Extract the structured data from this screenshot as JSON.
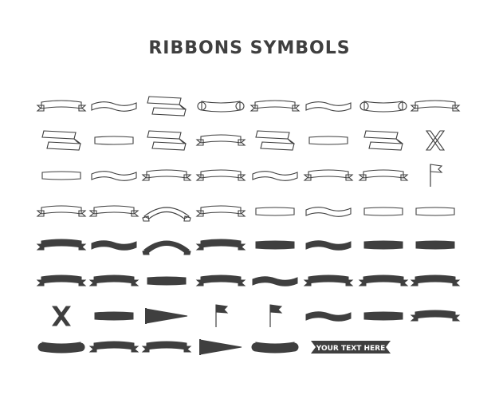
{
  "title": "RIBBONS SYMBOLS",
  "colors": {
    "background": "#ffffff",
    "ink": "#3f3f3f"
  },
  "rows": [
    {
      "style": "outline",
      "icons": [
        "banner-ribbon",
        "wave-ribbon",
        "folded-ribbon",
        "scroll-ribbon",
        "banner-ribbon",
        "wave-ribbon",
        "scroll-ribbon",
        "banner-ribbon"
      ]
    },
    {
      "style": "outline",
      "icons": [
        "folded-ribbon",
        "bar-ribbon",
        "folded-ribbon",
        "banner-ribbon",
        "folded-ribbon",
        "bar-ribbon",
        "folded-ribbon",
        "cross-ribbon"
      ]
    },
    {
      "style": "outline",
      "icons": [
        "bar-ribbon",
        "wave-ribbon",
        "banner-ribbon",
        "banner-ribbon",
        "wave-ribbon",
        "banner-ribbon",
        "banner-ribbon",
        "flag"
      ]
    },
    {
      "style": "outline",
      "icons": [
        "banner-ribbon",
        "banner-ribbon",
        "arc-ribbon",
        "banner-ribbon",
        "bar-ribbon",
        "wave-ribbon",
        "bar-ribbon",
        "bar-ribbon"
      ]
    },
    {
      "style": "filled",
      "icons": [
        "banner-ribbon",
        "wave-ribbon",
        "arc-ribbon",
        "banner-ribbon",
        "bar-ribbon",
        "wave-ribbon",
        "bar-ribbon",
        "bar-ribbon"
      ]
    },
    {
      "style": "filled",
      "icons": [
        "banner-ribbon",
        "banner-ribbon",
        "bar-ribbon",
        "banner-ribbon",
        "wave-ribbon",
        "banner-ribbon",
        "banner-ribbon",
        "banner-ribbon"
      ]
    },
    {
      "style": "filled",
      "icons": [
        "cross-ribbon",
        "bar-ribbon",
        "pennant",
        "flag",
        "flag",
        "wave-ribbon",
        "bar-ribbon",
        "banner-ribbon"
      ]
    },
    {
      "style": "filled",
      "icons": [
        "scroll-ribbon",
        "banner-ribbon",
        "banner-ribbon",
        "pennant",
        "scroll-ribbon",
        "text-banner"
      ]
    }
  ],
  "text_banner": "YOUR TEXT HERE"
}
